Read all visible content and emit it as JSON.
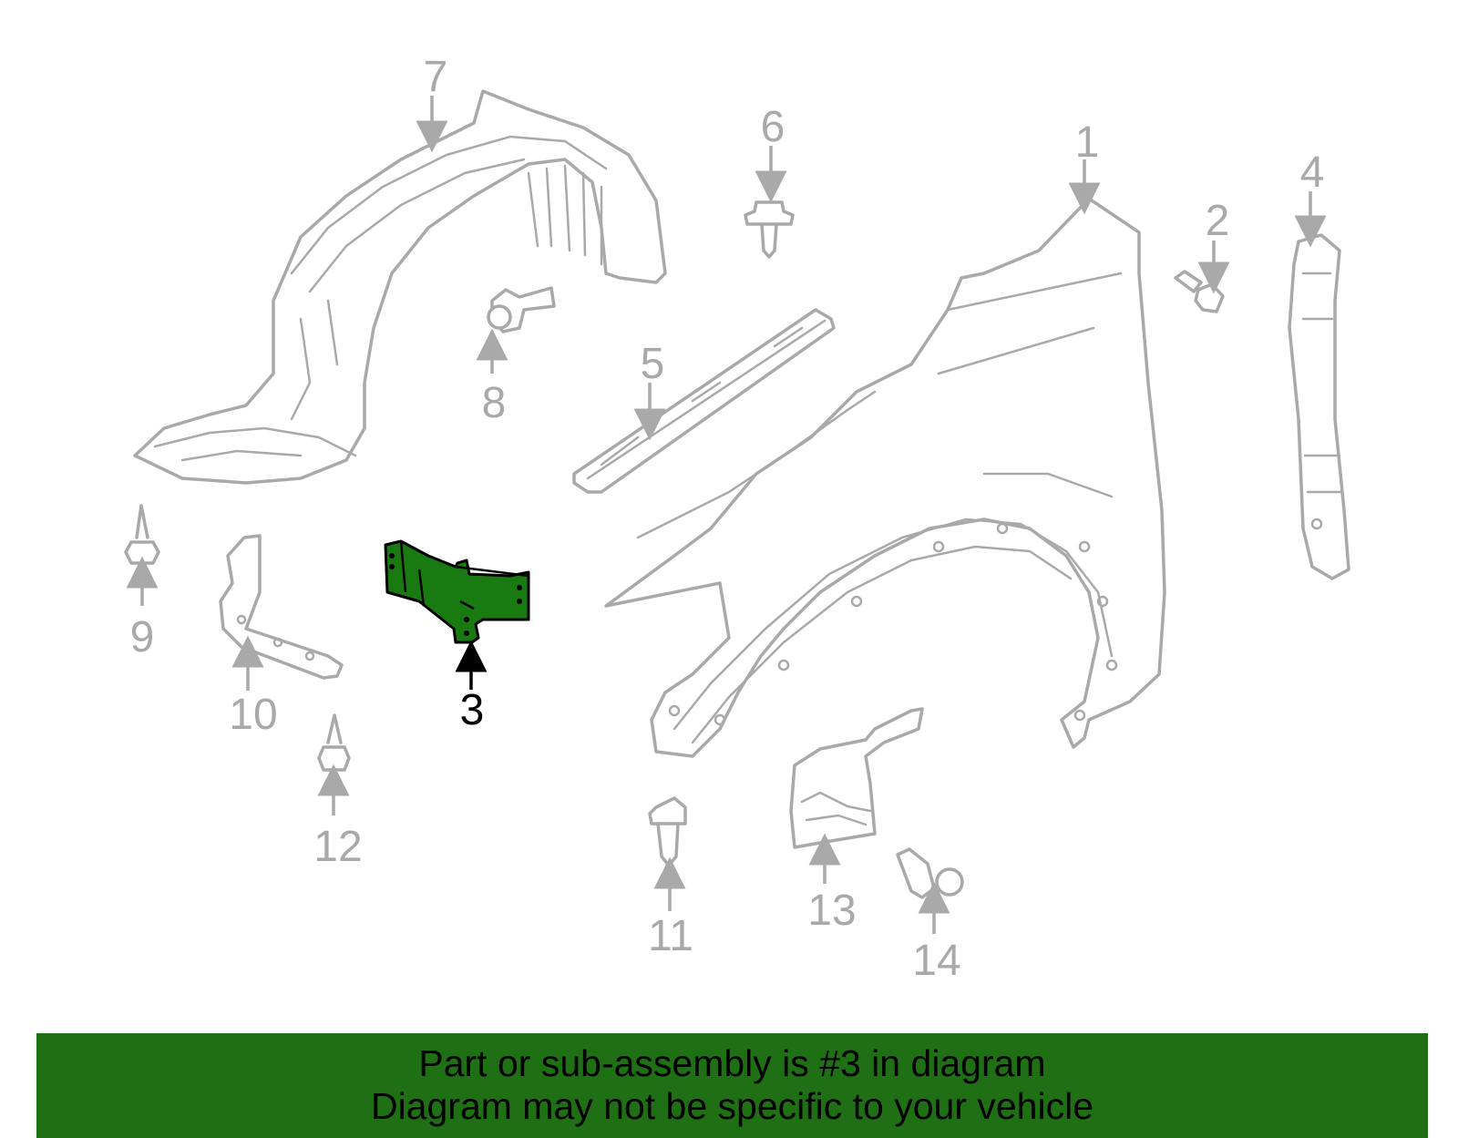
{
  "diagram": {
    "callouts": [
      "1",
      "2",
      "3",
      "4",
      "5",
      "6",
      "7",
      "8",
      "9",
      "10",
      "11",
      "12",
      "13",
      "14"
    ],
    "highlighted_part": "3",
    "colors": {
      "highlight_fill": "#1a7a12",
      "part_stroke": "#a9a9a9",
      "banner_bg": "#1f6f14"
    }
  },
  "banner": {
    "line1": "Part or sub-assembly is #3 in diagram",
    "line2": "Diagram may not be specific to your vehicle"
  }
}
